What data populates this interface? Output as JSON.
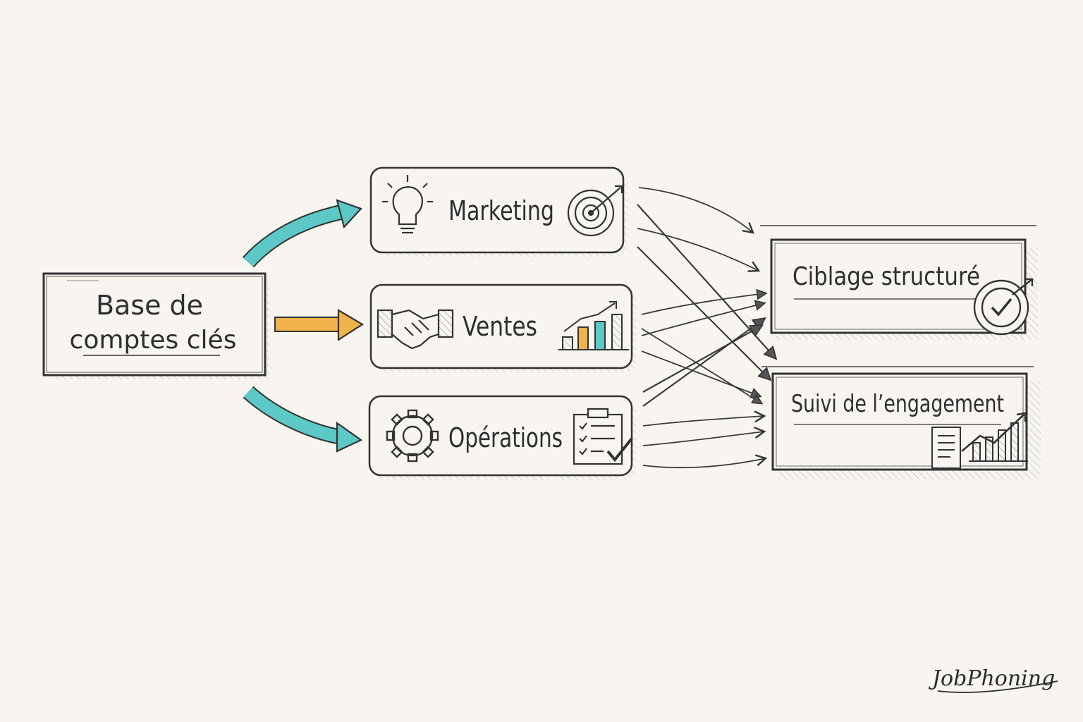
{
  "nodes": {
    "source": {
      "line1": "Base de",
      "line2": "comptes clés"
    },
    "marketing": {
      "label": "Marketing"
    },
    "ventes": {
      "label": "Ventes"
    },
    "operations": {
      "label": "Opérations"
    },
    "ciblage": {
      "label": "Ciblage structuré"
    },
    "suivi": {
      "label": "Suivi de l’engagement"
    }
  },
  "colors": {
    "ink": "#2f2f2f",
    "teal": "#5cc9c6",
    "orange": "#f0b24a",
    "paper": "#f8f5f1"
  },
  "icons": {
    "marketing": [
      "lightbulb-icon",
      "target-icon"
    ],
    "ventes": [
      "handshake-icon",
      "bar-chart-icon"
    ],
    "operations": [
      "gear-icon",
      "checklist-icon"
    ],
    "ciblage": [
      "target-check-icon"
    ],
    "suivi": [
      "report-chart-icon"
    ]
  },
  "brand": {
    "logo_text": "JobPhoning"
  }
}
